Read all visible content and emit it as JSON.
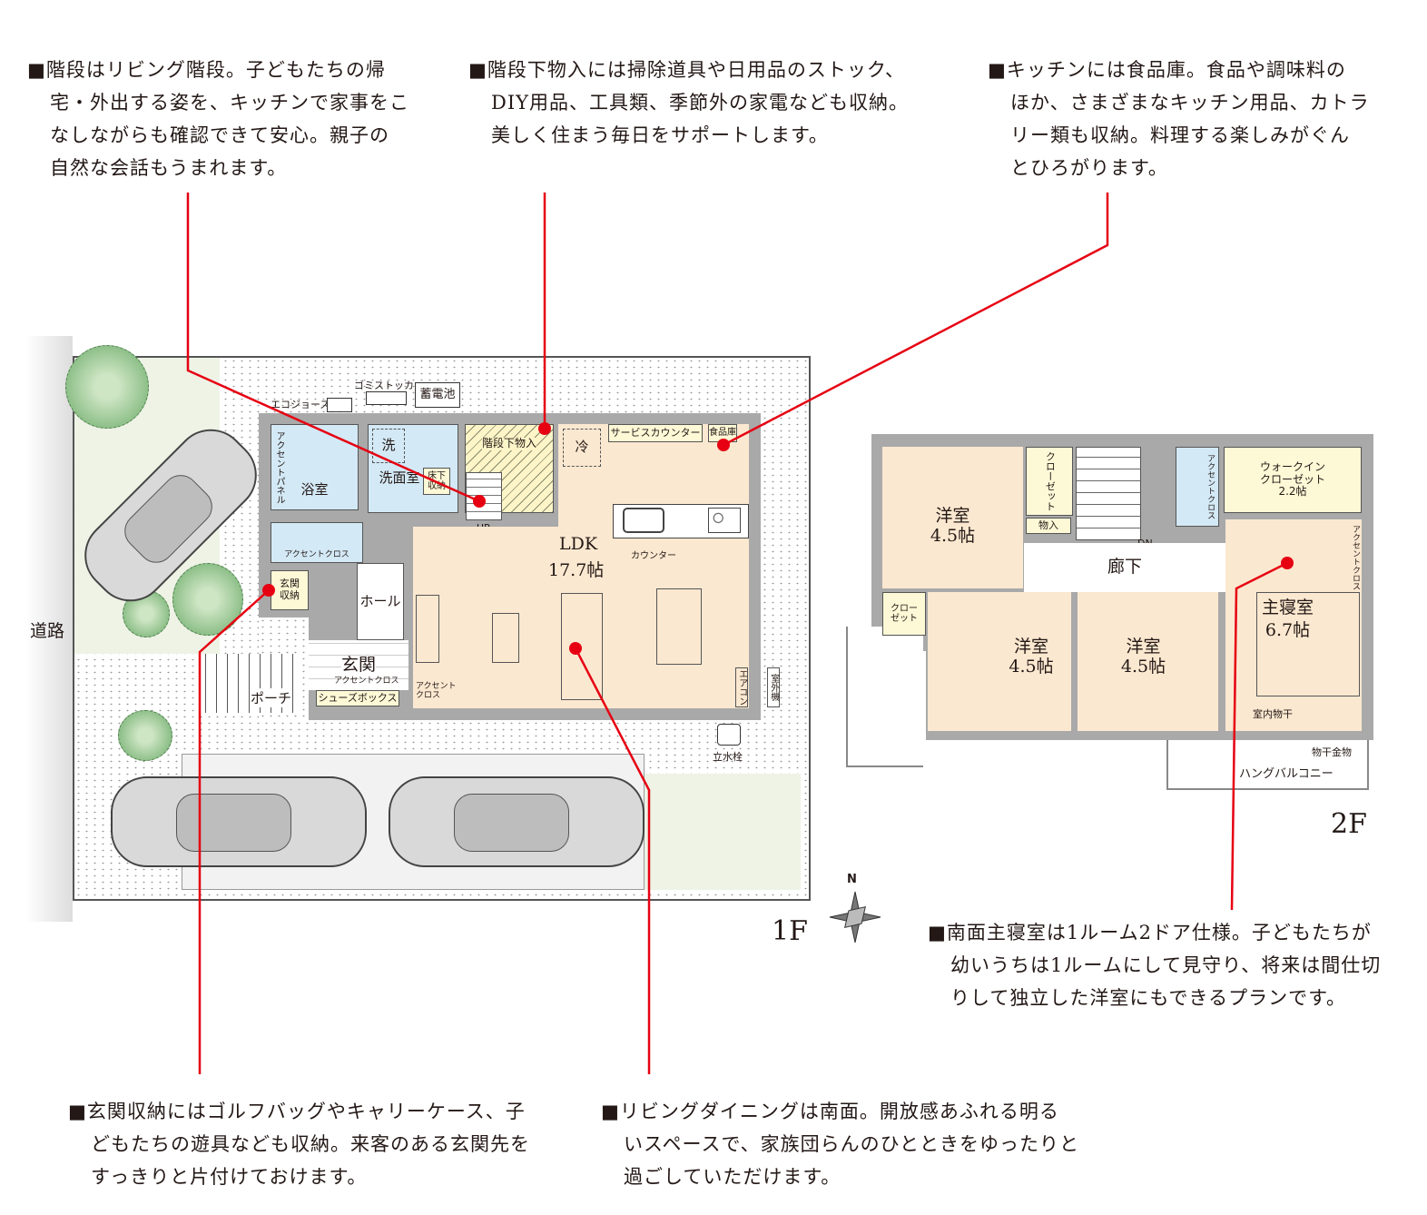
{
  "callouts": [
    {
      "id": "stairs",
      "lines": [
        "■階段はリビング階段。子どもたちの帰",
        "宅・外出する姿を、キッチンで家事をこ",
        "なしながらも確認できて安心。親子の",
        "自然な会話もうまれます。"
      ]
    },
    {
      "id": "under-stairs",
      "lines": [
        "■階段下物入には掃除道具や日用品のストック、",
        "DIY用品、工具類、季節外の家電なども収納。",
        "美しく住まう毎日をサポートします。"
      ]
    },
    {
      "id": "kitchen",
      "lines": [
        "■キッチンには食品庫。食品や調味料の",
        "ほか、さまざまなキッチン用品、カトラ",
        "リー類も収納。料理する楽しみがぐん",
        "とひろがります。"
      ]
    },
    {
      "id": "master-bedroom",
      "lines": [
        "■南面主寝室は1ルーム2ドア仕様。子どもたちが",
        "幼いうちは1ルームにして見守り、将来は間仕切",
        "りして独立した洋室にもできるプランです。"
      ]
    },
    {
      "id": "entrance-storage",
      "lines": [
        "■玄関収納にはゴルフバッグやキャリーケース、子",
        "どもたちの遊具なども収納。来客のある玄関先を",
        "すっきりと片付けておけます。"
      ]
    },
    {
      "id": "living",
      "lines": [
        "■リビングダイニングは南面。開放感あふれる明る",
        "いスペースで、家族団らんのひとときをゆったりと",
        "過ごしていただけます。"
      ]
    }
  ],
  "floor1": {
    "label": "1F",
    "road": "道路",
    "exterior": {
      "eco_jozu": "エコジョーズ",
      "garbage": "ゴミストッカー",
      "battery": "蓄電池",
      "outdoor_unit": "室外機",
      "faucet": "立水栓",
      "porch": "ポーチ"
    },
    "rooms": {
      "bath": "浴室",
      "bath_accent": "アクセントパネル",
      "washroom": "洗面室",
      "washer": "洗",
      "underfloor": "床下\n収納",
      "under_stairs": "階段下物入",
      "up": "UP",
      "fridge": "冷",
      "service_counter": "サービスカウンター",
      "pantry": "食品庫",
      "ldk": "LDK",
      "ldk_size": "17.7帖",
      "counter": "カウンター",
      "toilet_accent": "アクセントクロス",
      "entrance_storage": "玄関\n収納",
      "hall": "ホール",
      "entrance": "玄関",
      "entrance_accent": "アクセントクロス",
      "shoebox": "シューズボックス",
      "ldk_accent": "アクセント\nクロス",
      "aircon": "エアコン"
    }
  },
  "floor2": {
    "label": "2F",
    "rooms": {
      "room_a": "洋室",
      "room_a_size": "4.5帖",
      "closet_a": "クローゼット",
      "storage": "物入",
      "dn": "DN",
      "hallway": "廊下",
      "toilet_accent": "アクセントクロス",
      "wic": "ウォークイン\nクローゼット\n2.2帖",
      "master": "主寝室",
      "master_size": "6.7帖",
      "master_accent": "アクセントクロス",
      "indoor_dry": "室内物干",
      "closet_b": "クロー\nゼット",
      "room_b": "洋室",
      "room_b_size": "4.5帖",
      "room_c": "洋室",
      "room_c_size": "4.5帖",
      "drying_hardware": "物干金物",
      "balcony": "ハングバルコニー"
    }
  },
  "compass": "N",
  "colors": {
    "leader": "#e60012",
    "room": "#fbe8d0",
    "wet": "#d3e9f6",
    "storage": "#fdf8d6",
    "wall": "#a9a9a9"
  }
}
